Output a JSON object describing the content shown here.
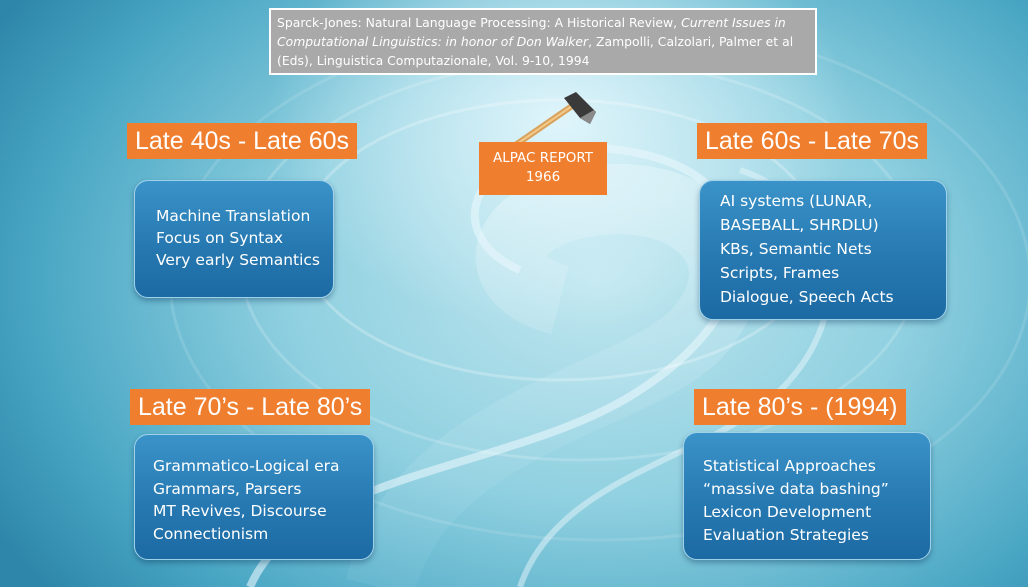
{
  "citation": {
    "part1": "Sparck-Jones: Natural Language Processing: A Historical Review, ",
    "part2_italic": "Current Issues in Computational  Linguistics: in honor of Don Walker",
    "part3": ", Zampolli, Calzolari, Palmer et al (Eds), Linguistica Computazionale, Vol. 9-10, 1994"
  },
  "alpac": {
    "line1": "ALPAC REPORT",
    "line2": "1966"
  },
  "eras": [
    {
      "label": "Late 40s - Late 60s",
      "items": [
        "Machine Translation",
        "Focus on Syntax",
        "Very early Semantics"
      ]
    },
    {
      "label": "Late 60s - Late 70s",
      "items": [
        "AI systems (LUNAR,",
        "BASEBALL, SHRDLU)",
        "KBs, Semantic Nets",
        "Scripts, Frames",
        "Dialogue, Speech Acts"
      ]
    },
    {
      "label": "Late 70’s - Late 80’s",
      "items": [
        "Grammatico-Logical era",
        "Grammars, Parsers",
        "MT Revives, Discourse",
        "Connectionism"
      ]
    },
    {
      "label": "Late 80’s - (1994)",
      "items": [
        "Statistical Approaches",
        "“massive data bashing”",
        "Lexicon Development",
        "Evaluation Strategies"
      ]
    }
  ],
  "colors": {
    "era_label_bg": "#ef7f2f",
    "box_bg": "#2779b2",
    "citation_bg": "#a9a9a9"
  },
  "icons": {
    "alpac_decoration": "axe-icon"
  }
}
